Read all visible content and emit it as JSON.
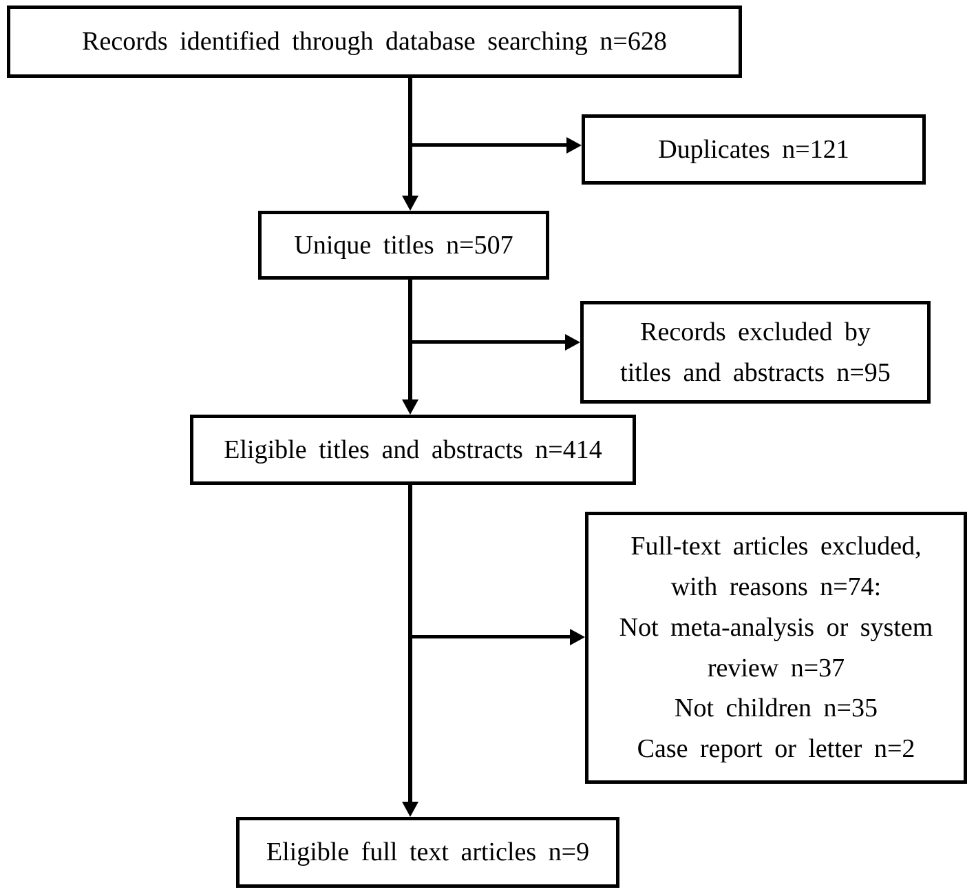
{
  "diagram": {
    "colors": {
      "line": "#000000",
      "text": "#000000",
      "background": "#ffffff"
    },
    "nodes": {
      "records_identified": {
        "label": "Records identified through database searching n=628"
      },
      "duplicates": {
        "label": "Duplicates n=121"
      },
      "unique_titles": {
        "label": "Unique titles n=507"
      },
      "records_excluded": {
        "lines": [
          "Records excluded by",
          "titles and abstracts n=95"
        ]
      },
      "eligible_titles": {
        "label": "Eligible titles and abstracts n=414"
      },
      "fulltext_excluded": {
        "lines": [
          "Full-text articles excluded,",
          "with reasons n=74:",
          "Not meta-analysis or system",
          "review n=37",
          "Not children n=35",
          "Case report or letter n=2"
        ]
      },
      "eligible_fulltext": {
        "label": "Eligible full text articles n=9"
      }
    }
  }
}
